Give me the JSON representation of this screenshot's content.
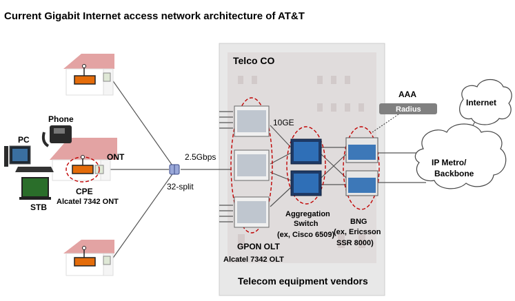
{
  "title": "Current Gigabit Internet access network architecture of AT&T",
  "telco_co": {
    "label": "Telco CO",
    "footer": "Telecom equipment vendors"
  },
  "customer": {
    "phone": "Phone",
    "pc": "PC",
    "ont": "ONT",
    "cpe": "CPE",
    "cpe_model": "Alcatel 7342 ONT",
    "stb": "STB"
  },
  "links": {
    "speed": "2.5Gbps",
    "splitter": "32-split",
    "uplink": "10GE"
  },
  "olt": {
    "line1": "GPON OLT",
    "line2": "Alcatel 7342 OLT"
  },
  "aggregation": {
    "line1": "Aggregation",
    "line2": "Switch",
    "line3": "(ex, Cisco 6509)"
  },
  "bng": {
    "line1": "BNG",
    "line2": "(ex, Ericsson",
    "line3": "SSR 8000)"
  },
  "aaa": {
    "label": "AAA",
    "server": "Radius"
  },
  "ip_core": {
    "line1": "IP Metro/",
    "line2": "Backbone"
  },
  "internet": {
    "label": "Internet"
  },
  "colors": {
    "equipment_box": "#e8e8e8",
    "dashed_circle": "#c00000",
    "radius_box": "#808080",
    "modem": "#e46c0a",
    "roof": "#e3a3a3",
    "link": "#555555"
  }
}
